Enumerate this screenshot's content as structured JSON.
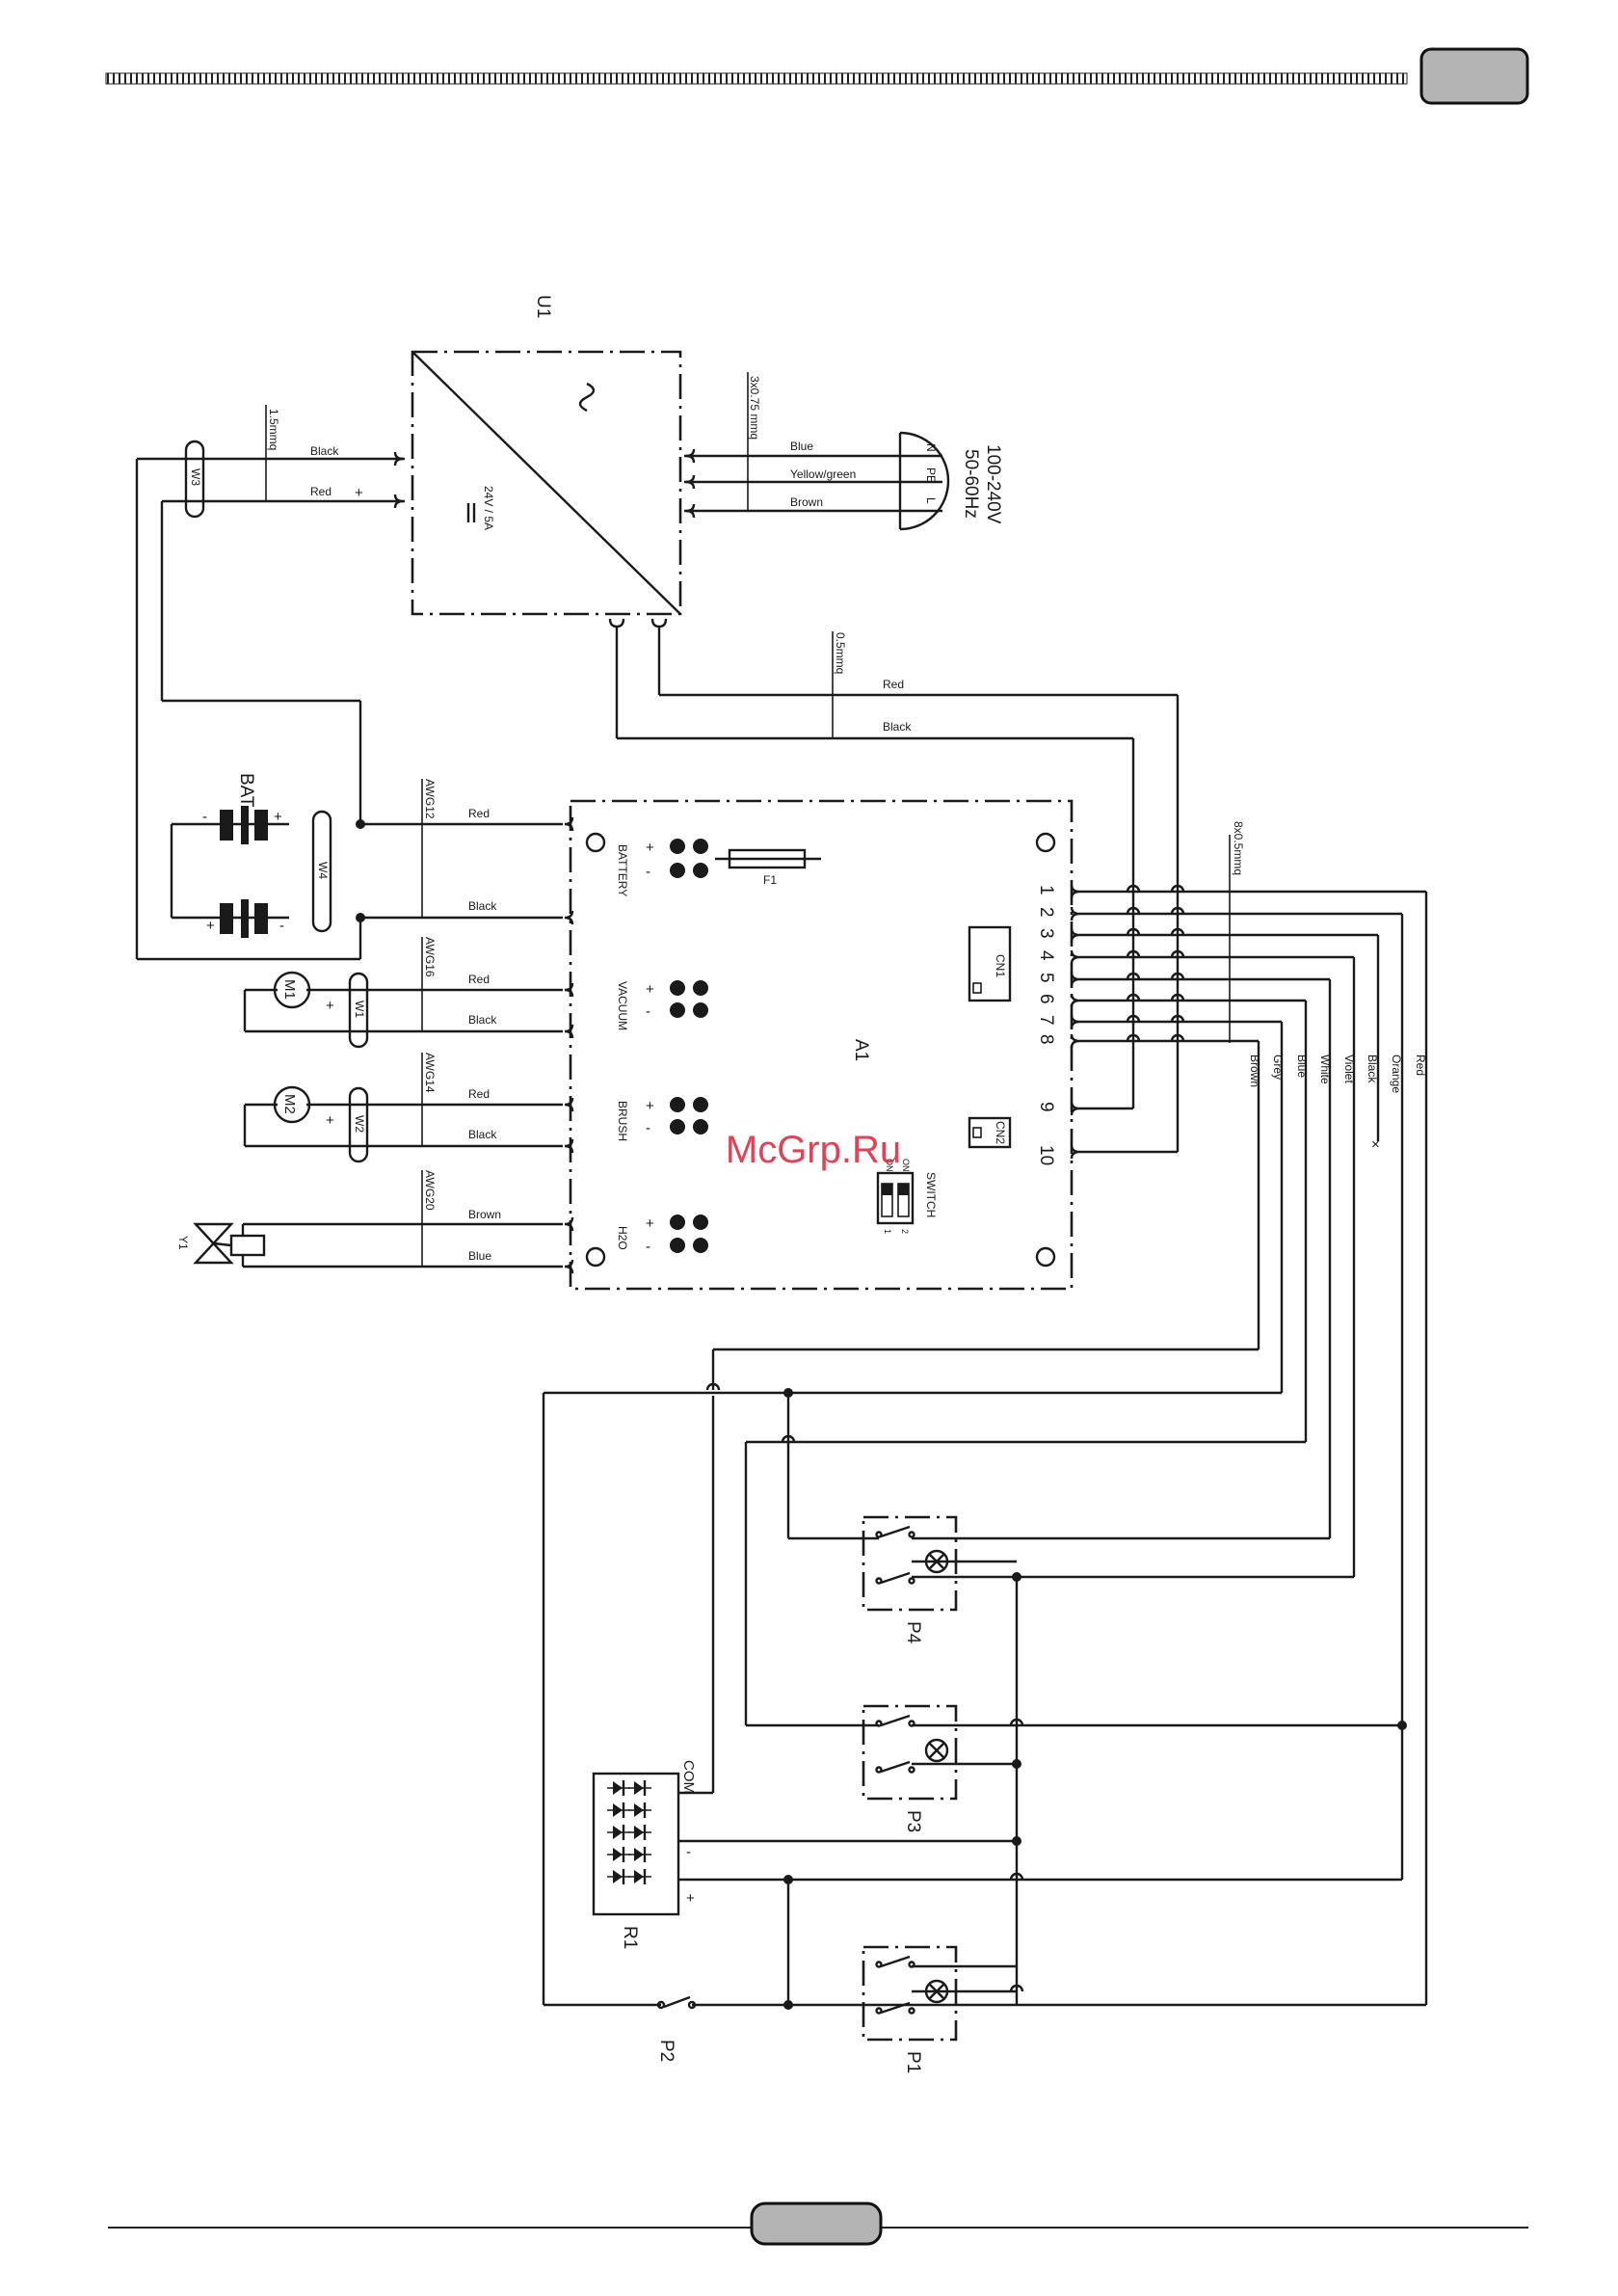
{
  "header": {
    "page_tab": "",
    "footer_tab": ""
  },
  "watermark": "McGrp.Ru",
  "psu": {
    "ref": "U1",
    "rating": "24V / 5A",
    "input": "100-240V",
    "freq": "50-60Hz",
    "mains_cable": "3x0.75 mmq",
    "mains_wires": [
      "Blue",
      "Yellow/green",
      "Brown"
    ],
    "mains_terms": [
      "N",
      "PE",
      "L"
    ],
    "out_cable": "1.5mmq",
    "out_wires": [
      "Black",
      "Red"
    ],
    "out_plus": "+",
    "bottom_cable": "0.5mmq",
    "bottom_wires": [
      "Red",
      "Black"
    ]
  },
  "board": {
    "ref": "A1",
    "fuse": "F1",
    "cn1": "CN1",
    "cn2": "CN2",
    "switch": "SWITCH",
    "switch_on": "ON",
    "switch_nums": [
      "1",
      "2"
    ],
    "sections": [
      "BATTERY",
      "VACUUM",
      "BRUSH",
      "H2O"
    ],
    "plus": "+",
    "minus": "-",
    "pins": [
      "1",
      "2",
      "3",
      "4",
      "5",
      "6",
      "7",
      "8",
      "9",
      "10"
    ],
    "harness": "8x0.5mmq",
    "harness_wires": [
      "Brown",
      "Grey",
      "Blue",
      "White",
      "Violet",
      "Black",
      "Orange",
      "Red"
    ]
  },
  "battery": {
    "ref": "BAT",
    "cable": "AWG12",
    "wires": [
      "Red",
      "Black"
    ],
    "ties": [
      "W3",
      "W4"
    ]
  },
  "motors": [
    {
      "ref": "M1",
      "cable": "AWG16",
      "wires": [
        "Red",
        "Black"
      ],
      "tie": "W1"
    },
    {
      "ref": "M2",
      "cable": "AWG14",
      "wires": [
        "Red",
        "Black"
      ],
      "tie": "W2"
    }
  ],
  "valve": {
    "ref": "Y1",
    "cable": "AWG20",
    "wires": [
      "Brown",
      "Blue"
    ]
  },
  "panel": {
    "switches": [
      "P4",
      "P3",
      "P1",
      "P2"
    ],
    "rectifier": "R1",
    "com": "COM"
  }
}
